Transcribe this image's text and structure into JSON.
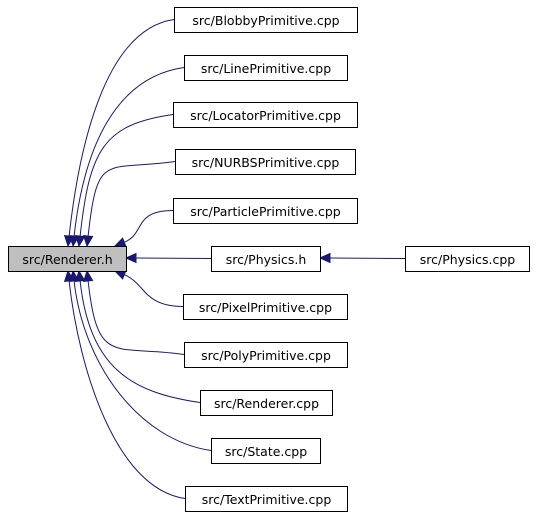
{
  "root": {
    "id": "renderer_h",
    "label": "src/Renderer.h"
  },
  "nodes": [
    {
      "id": "blobby",
      "label": "src/BlobbyPrimitive.cpp"
    },
    {
      "id": "line",
      "label": "src/LinePrimitive.cpp"
    },
    {
      "id": "locator",
      "label": "src/LocatorPrimitive.cpp"
    },
    {
      "id": "nurbs",
      "label": "src/NURBSPrimitive.cpp"
    },
    {
      "id": "particle",
      "label": "src/ParticlePrimitive.cpp"
    },
    {
      "id": "physics_h",
      "label": "src/Physics.h"
    },
    {
      "id": "physics_cpp",
      "label": "src/Physics.cpp"
    },
    {
      "id": "pixel",
      "label": "src/PixelPrimitive.cpp"
    },
    {
      "id": "poly",
      "label": "src/PolyPrimitive.cpp"
    },
    {
      "id": "renderer_cpp",
      "label": "src/Renderer.cpp"
    },
    {
      "id": "state",
      "label": "src/State.cpp"
    },
    {
      "id": "text",
      "label": "src/TextPrimitive.cpp"
    }
  ],
  "edges": [
    {
      "from": "blobby",
      "to": "renderer_h"
    },
    {
      "from": "line",
      "to": "renderer_h"
    },
    {
      "from": "locator",
      "to": "renderer_h"
    },
    {
      "from": "nurbs",
      "to": "renderer_h"
    },
    {
      "from": "particle",
      "to": "renderer_h"
    },
    {
      "from": "physics_h",
      "to": "renderer_h"
    },
    {
      "from": "physics_cpp",
      "to": "physics_h"
    },
    {
      "from": "pixel",
      "to": "renderer_h"
    },
    {
      "from": "poly",
      "to": "renderer_h"
    },
    {
      "from": "renderer_cpp",
      "to": "renderer_h"
    },
    {
      "from": "state",
      "to": "renderer_h"
    },
    {
      "from": "text",
      "to": "renderer_h"
    }
  ],
  "colors": {
    "edge": "#191970",
    "root_fill": "#bfbfbf",
    "node_fill": "#ffffff",
    "node_stroke": "#000000"
  }
}
